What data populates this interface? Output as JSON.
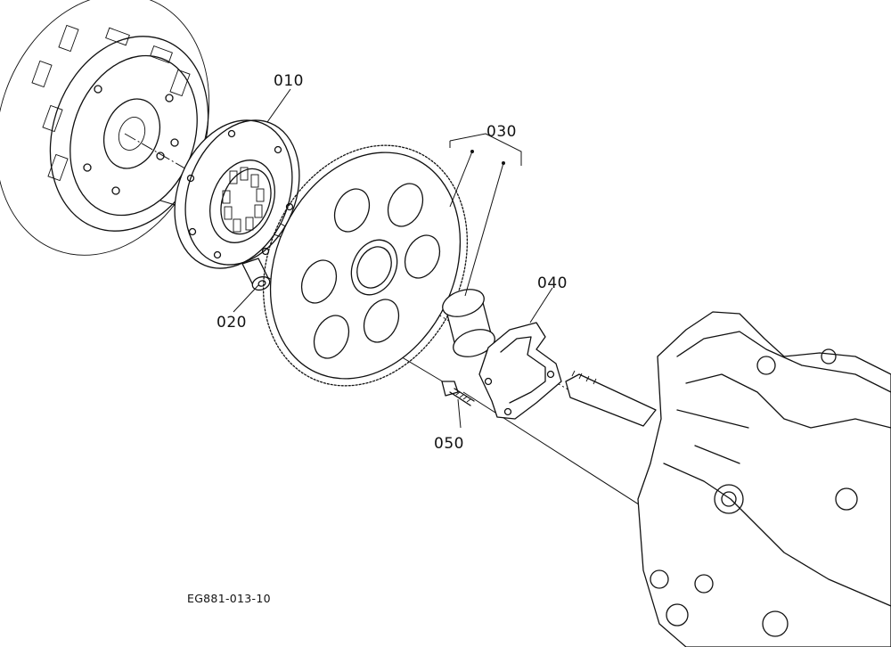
{
  "diagram": {
    "callouts": [
      {
        "id": "p010",
        "label": "010"
      },
      {
        "id": "p020",
        "label": "020"
      },
      {
        "id": "p030",
        "label": "030"
      },
      {
        "id": "p040",
        "label": "040"
      },
      {
        "id": "p050",
        "label": "050"
      }
    ],
    "drawing_code": "EG881-013-10"
  }
}
